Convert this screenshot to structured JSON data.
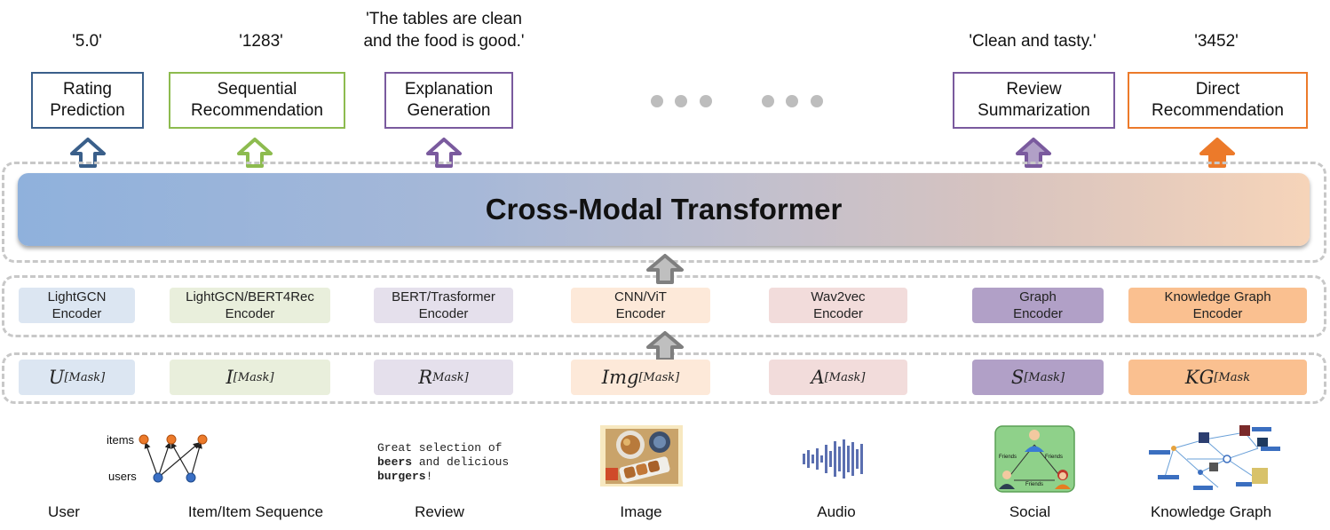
{
  "outputs": {
    "rating": "'5.0'",
    "sequential": "'1283'",
    "explanation": "'The tables are clean and the food is good.'",
    "summary": "'Clean and tasty.'",
    "direct": "'3452'"
  },
  "tasks": {
    "rating": "Rating Prediction",
    "sequential": "Sequential Recommendation",
    "explanation": "Explanation Generation",
    "summary": "Review Summarization",
    "direct": "Direct Recommendation"
  },
  "transformer_label": "Cross-Modal Transformer",
  "encoders": {
    "user": "LightGCN Encoder",
    "item": "LightGCN/BERT4Rec Encoder",
    "review": "BERT/Trasformer Encoder",
    "image": "CNN/ViT Encoder",
    "audio": "Wav2vec Encoder",
    "social": "Graph Encoder",
    "kg": "Knowledge Graph Encoder"
  },
  "tokens": {
    "user": {
      "base": "U",
      "sub": "[Mask]"
    },
    "item": {
      "base": "I",
      "sub": "[Mask]"
    },
    "review": {
      "base": "R",
      "sub": "Mask]"
    },
    "image": {
      "base": "Img",
      "sub": "[Mask]"
    },
    "audio": {
      "base": "A",
      "sub": "[Mask]"
    },
    "social": {
      "base": "S",
      "sub": "[Mask]"
    },
    "kg": {
      "base": "KG",
      "sub": "[Mask"
    }
  },
  "graph_labels": {
    "items": "items",
    "users": "users"
  },
  "review_text": {
    "line1": "Great selection of",
    "line2a": "beers",
    "line2b": " and delicious",
    "line3a": "burgers",
    "line3b": "!"
  },
  "social_labels": {
    "left": "Friends",
    "right": "Friends",
    "bottom": "Friends"
  },
  "modalities": {
    "user": "User",
    "item": "Item/Item Sequence",
    "review": "Review",
    "image": "Image",
    "audio": "Audio",
    "social": "Social",
    "kg": "Knowledge Graph"
  },
  "colors": {
    "rating": "#3a5f8a",
    "sequential": "#8dbb4f",
    "explanation": "#7a5a9e",
    "direct": "#ec7a2a",
    "user_fill": "#dce6f2",
    "item_fill": "#e9efdc",
    "review_fill": "#e5e0ec",
    "image_fill": "#fde9d9",
    "audio_fill": "#f2dcdb",
    "social_fill": "#b1a0c7",
    "kg_fill": "#fac090"
  }
}
